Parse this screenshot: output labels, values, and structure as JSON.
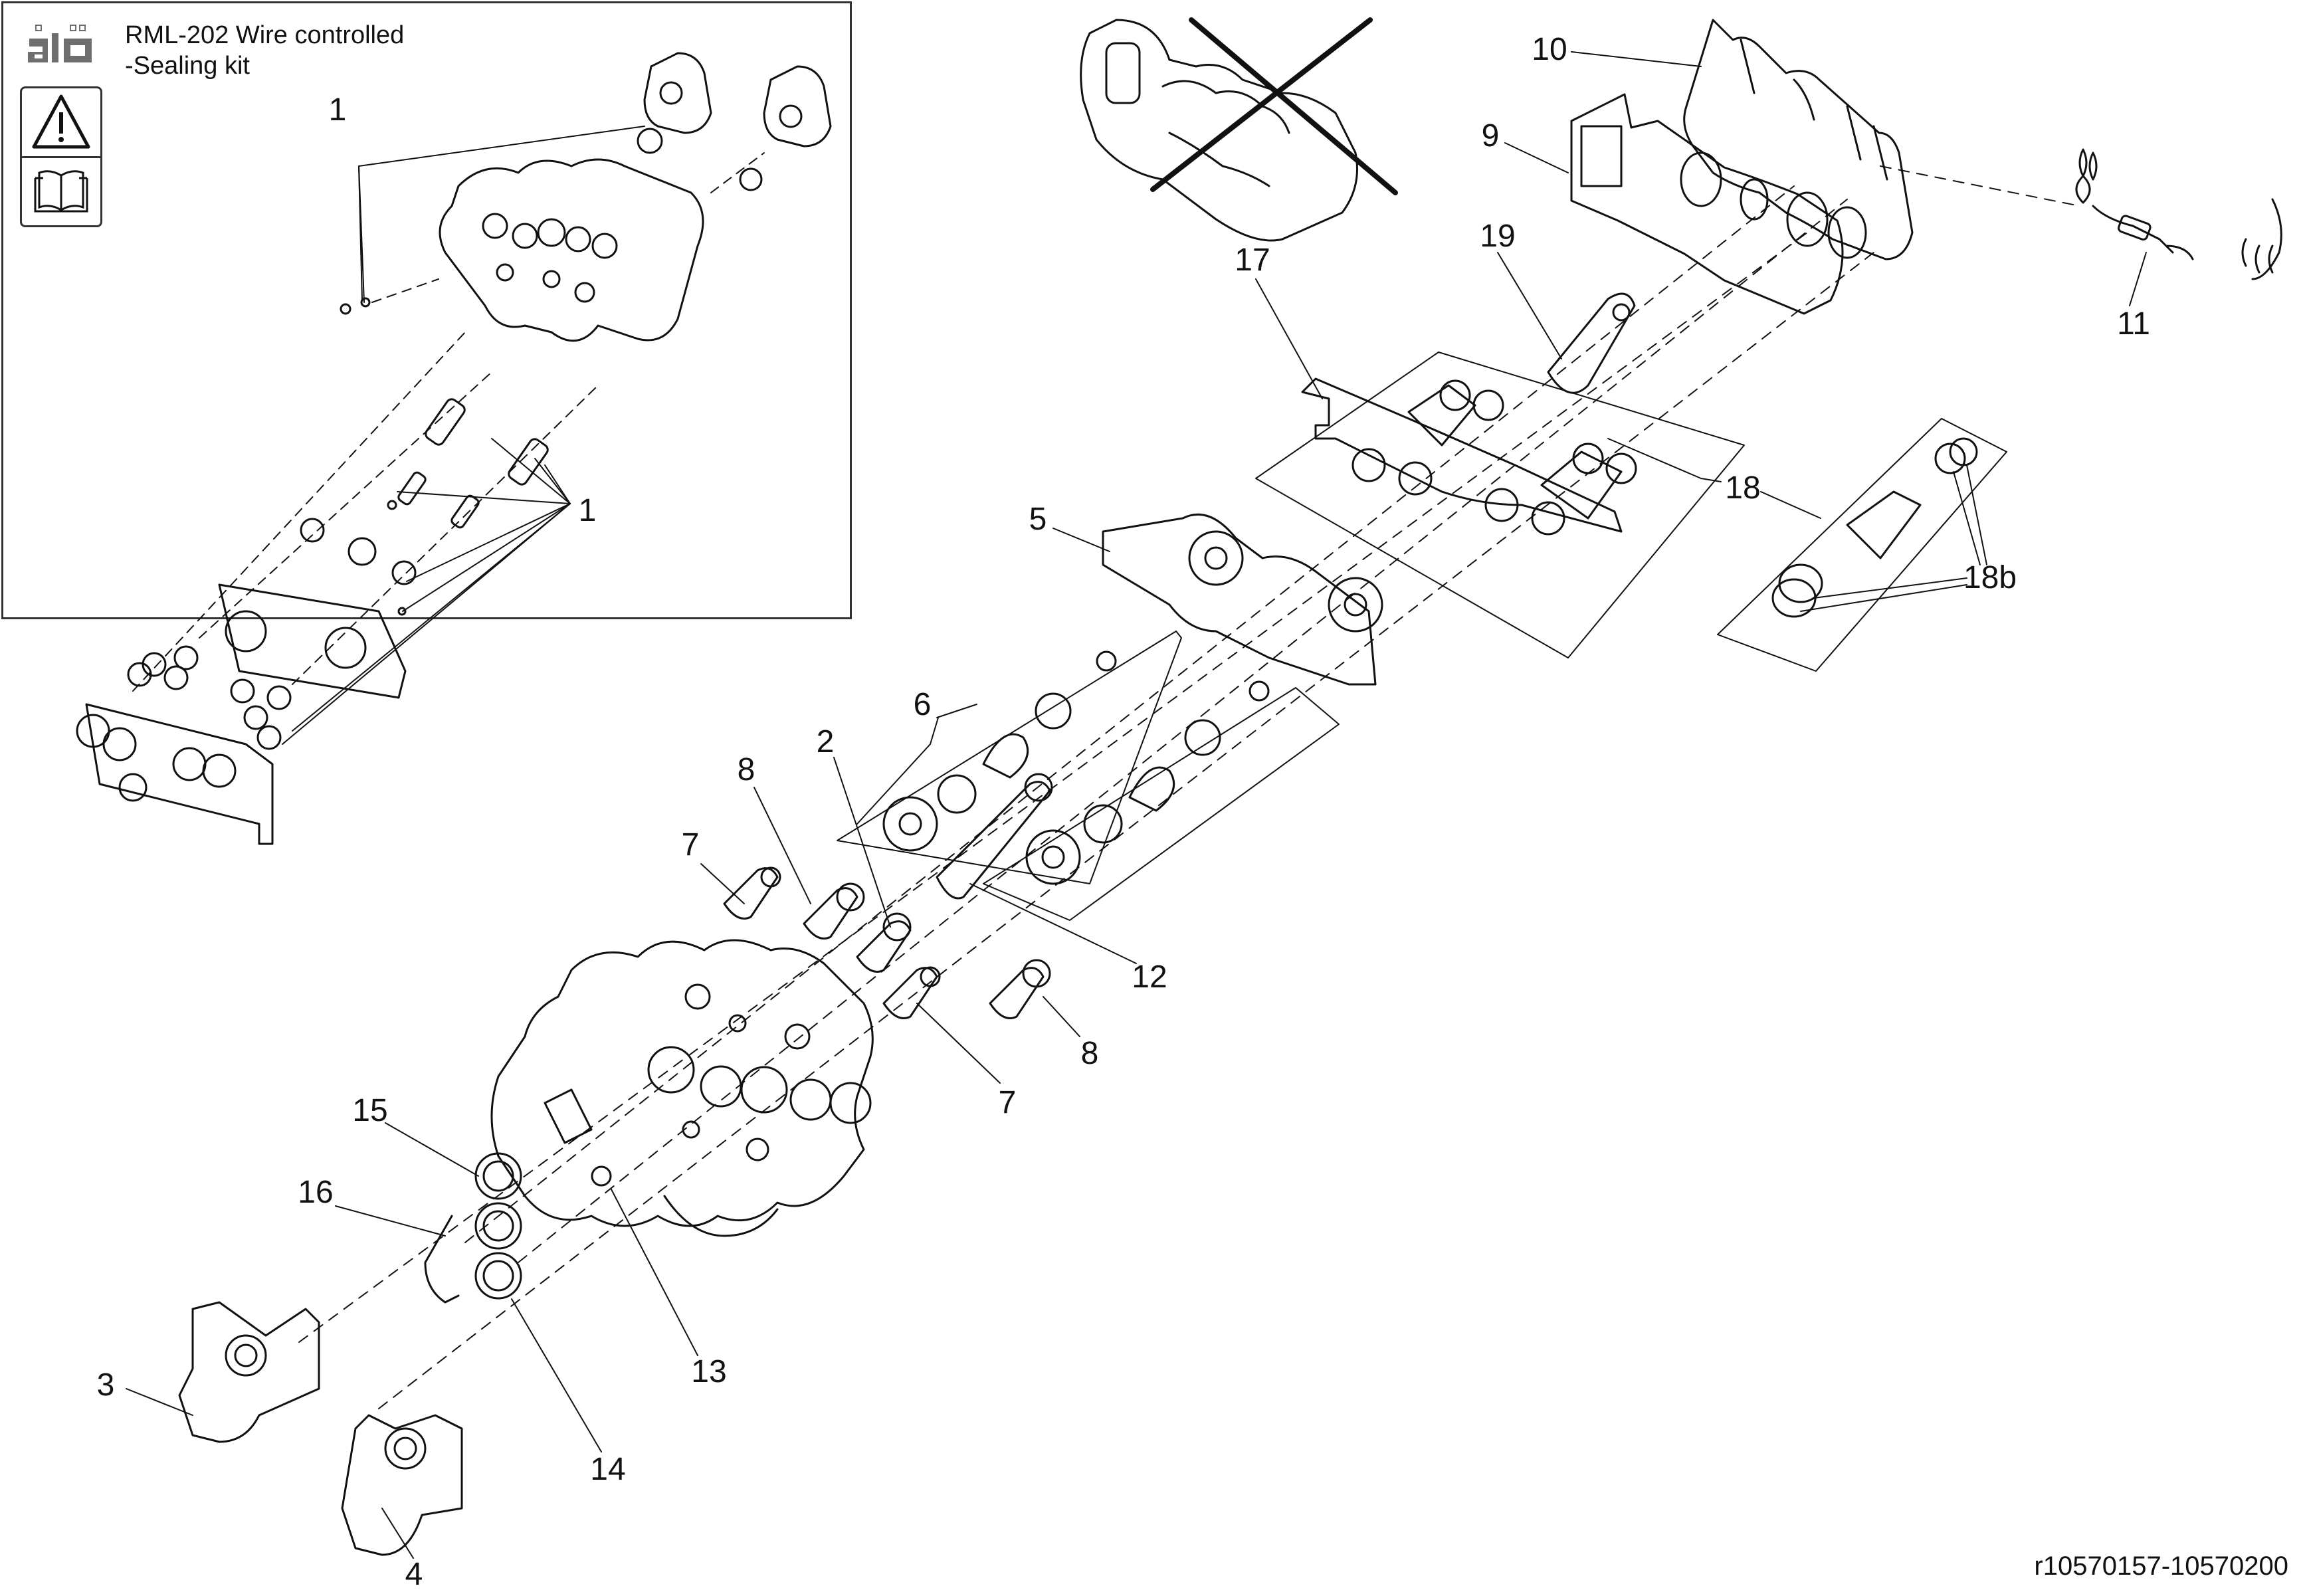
{
  "header": {
    "title_line1": "RML-202 Wire controlled",
    "title_line2": "-Sealing kit",
    "logo_text": "ålö"
  },
  "icons": {
    "warning": "warning-triangle-icon",
    "manual": "open-book-icon"
  },
  "inset_labels": {
    "kit_top": "1",
    "kit_bottom": "1"
  },
  "part_labels": {
    "p2": "2",
    "p3": "3",
    "p4": "4",
    "p5": "5",
    "p6": "6",
    "p7a": "7",
    "p7b": "7",
    "p8a": "8",
    "p8b": "8",
    "p9": "9",
    "p10": "10",
    "p11": "11",
    "p12": "12",
    "p13": "13",
    "p14": "14",
    "p15": "15",
    "p16": "16",
    "p17": "17",
    "p18": "18",
    "p18b": "18b",
    "p19": "19"
  },
  "reference": "r10570157-10570200",
  "colors": {
    "line": "#111111",
    "logo_grey": "#6e6e6e"
  }
}
